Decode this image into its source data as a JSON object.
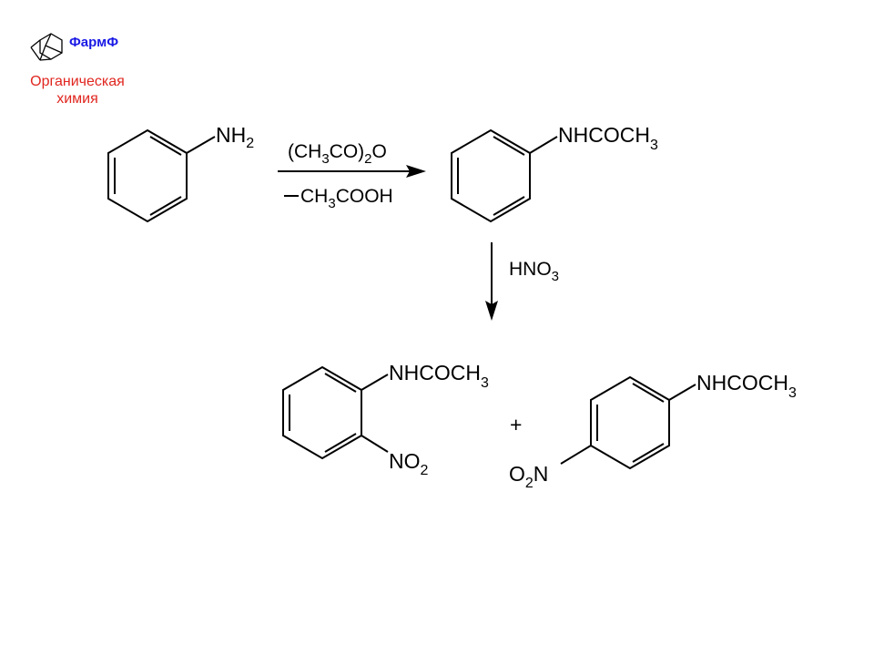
{
  "logo": {
    "title": "ФармФ",
    "subtitle_line1": "Органическая",
    "subtitle_line2": "химия",
    "title_color": "#1a1ae6",
    "subtitle_color": "#e0261f",
    "icon": "adamantane-icon"
  },
  "aniline": {
    "group": "NH",
    "group_sub": "2"
  },
  "step1": {
    "reagent_a": "(CH",
    "reagent_sub1": "3",
    "reagent_b": "CO)",
    "reagent_sub2": "2",
    "reagent_c": "O",
    "byproduct_dash": "–",
    "byproduct_a": "CH",
    "byproduct_sub": "3",
    "byproduct_b": "COOH"
  },
  "acetanilide": {
    "group": "NHCOCH",
    "group_sub": "3"
  },
  "step2": {
    "reagent_a": "HNO",
    "reagent_sub": "3"
  },
  "ortho_product": {
    "group": "NHCOCH",
    "group_sub": "3",
    "nitro": "NO",
    "nitro_sub": "2"
  },
  "plus": "+",
  "para_product": {
    "group": "NHCOCH",
    "group_sub": "3",
    "nitro_a": "O",
    "nitro_sub": "2",
    "nitro_b": "N"
  }
}
